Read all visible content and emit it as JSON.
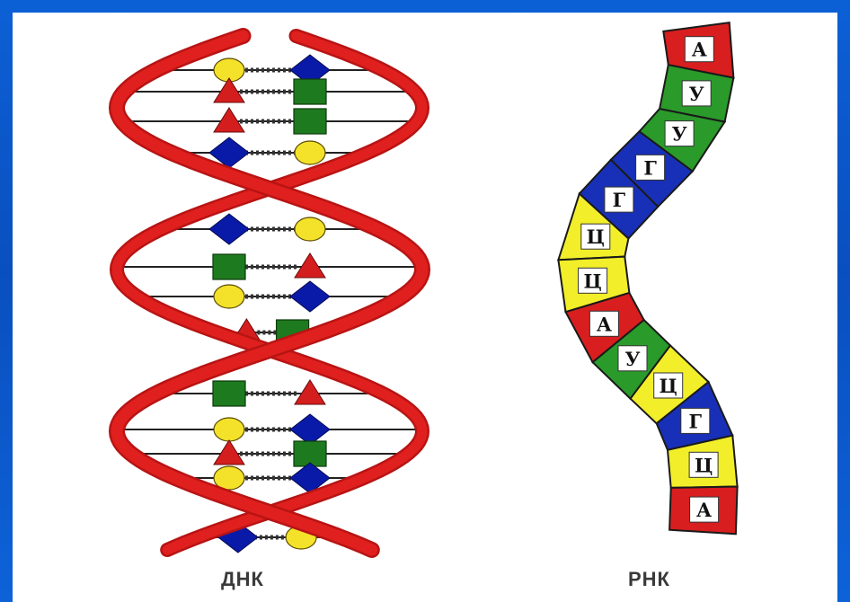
{
  "captions": {
    "dna": "ДНК",
    "rna": "РНК"
  },
  "rna_sequence": [
    "А",
    "У",
    "У",
    "Г",
    "Г",
    "Ц",
    "Ц",
    "А",
    "У",
    "Ц",
    "Г",
    "Ц",
    "А"
  ],
  "rna_nucleotide_colors": {
    "А": "#d81e1e",
    "У": "#2a9a2a",
    "Г": "#1830b8",
    "Ц": "#f2ee2a"
  },
  "dna_base_shapes": {
    "triangle": "#d41e1e",
    "square": "#1e7a1e",
    "diamond": "#0a1aa8",
    "circle": "#f4e22a"
  },
  "colors": {
    "background": "#0a58c8",
    "panel": "#ffffff",
    "helix": "#e0201e",
    "caption": "#3a3a3a"
  }
}
